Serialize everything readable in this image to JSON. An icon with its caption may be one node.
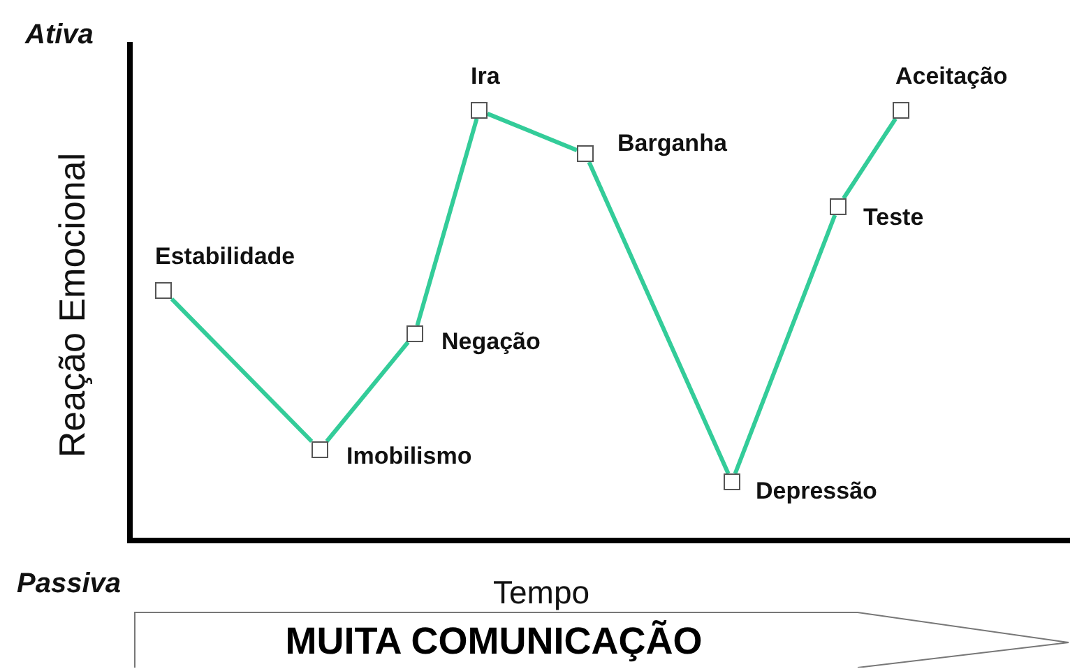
{
  "diagram": {
    "nodes": [
      {
        "text": [
          "Estabilidade"
        ]
      },
      {
        "text": [
          "Imobilismo"
        ]
      },
      {
        "text": [
          "Negação"
        ]
      },
      {
        "text": [
          "Ira"
        ]
      },
      {
        "text": [
          "Barganha"
        ]
      },
      {
        "text": [
          "Depressão"
        ]
      },
      {
        "text": [
          "Teste"
        ]
      },
      {
        "text": [
          "Aceitação"
        ]
      },
      {
        "text": [
          "MUITA COMUNICAÇÃO"
        ]
      }
    ],
    "edges": [
      {
        "from": 0,
        "to": 1,
        "arrow": "none"
      },
      {
        "from": 1,
        "to": 2,
        "arrow": "none"
      },
      {
        "from": 2,
        "to": 3,
        "arrow": "none"
      },
      {
        "from": 3,
        "to": 4,
        "arrow": "none"
      },
      {
        "from": 4,
        "to": 5,
        "arrow": "none"
      },
      {
        "from": 5,
        "to": 6,
        "arrow": "none"
      },
      {
        "from": 6,
        "to": 7,
        "arrow": "none"
      }
    ],
    "labels": [
      "Ativa",
      "Reação Emocional",
      "Passiva",
      "Tempo"
    ]
  }
}
